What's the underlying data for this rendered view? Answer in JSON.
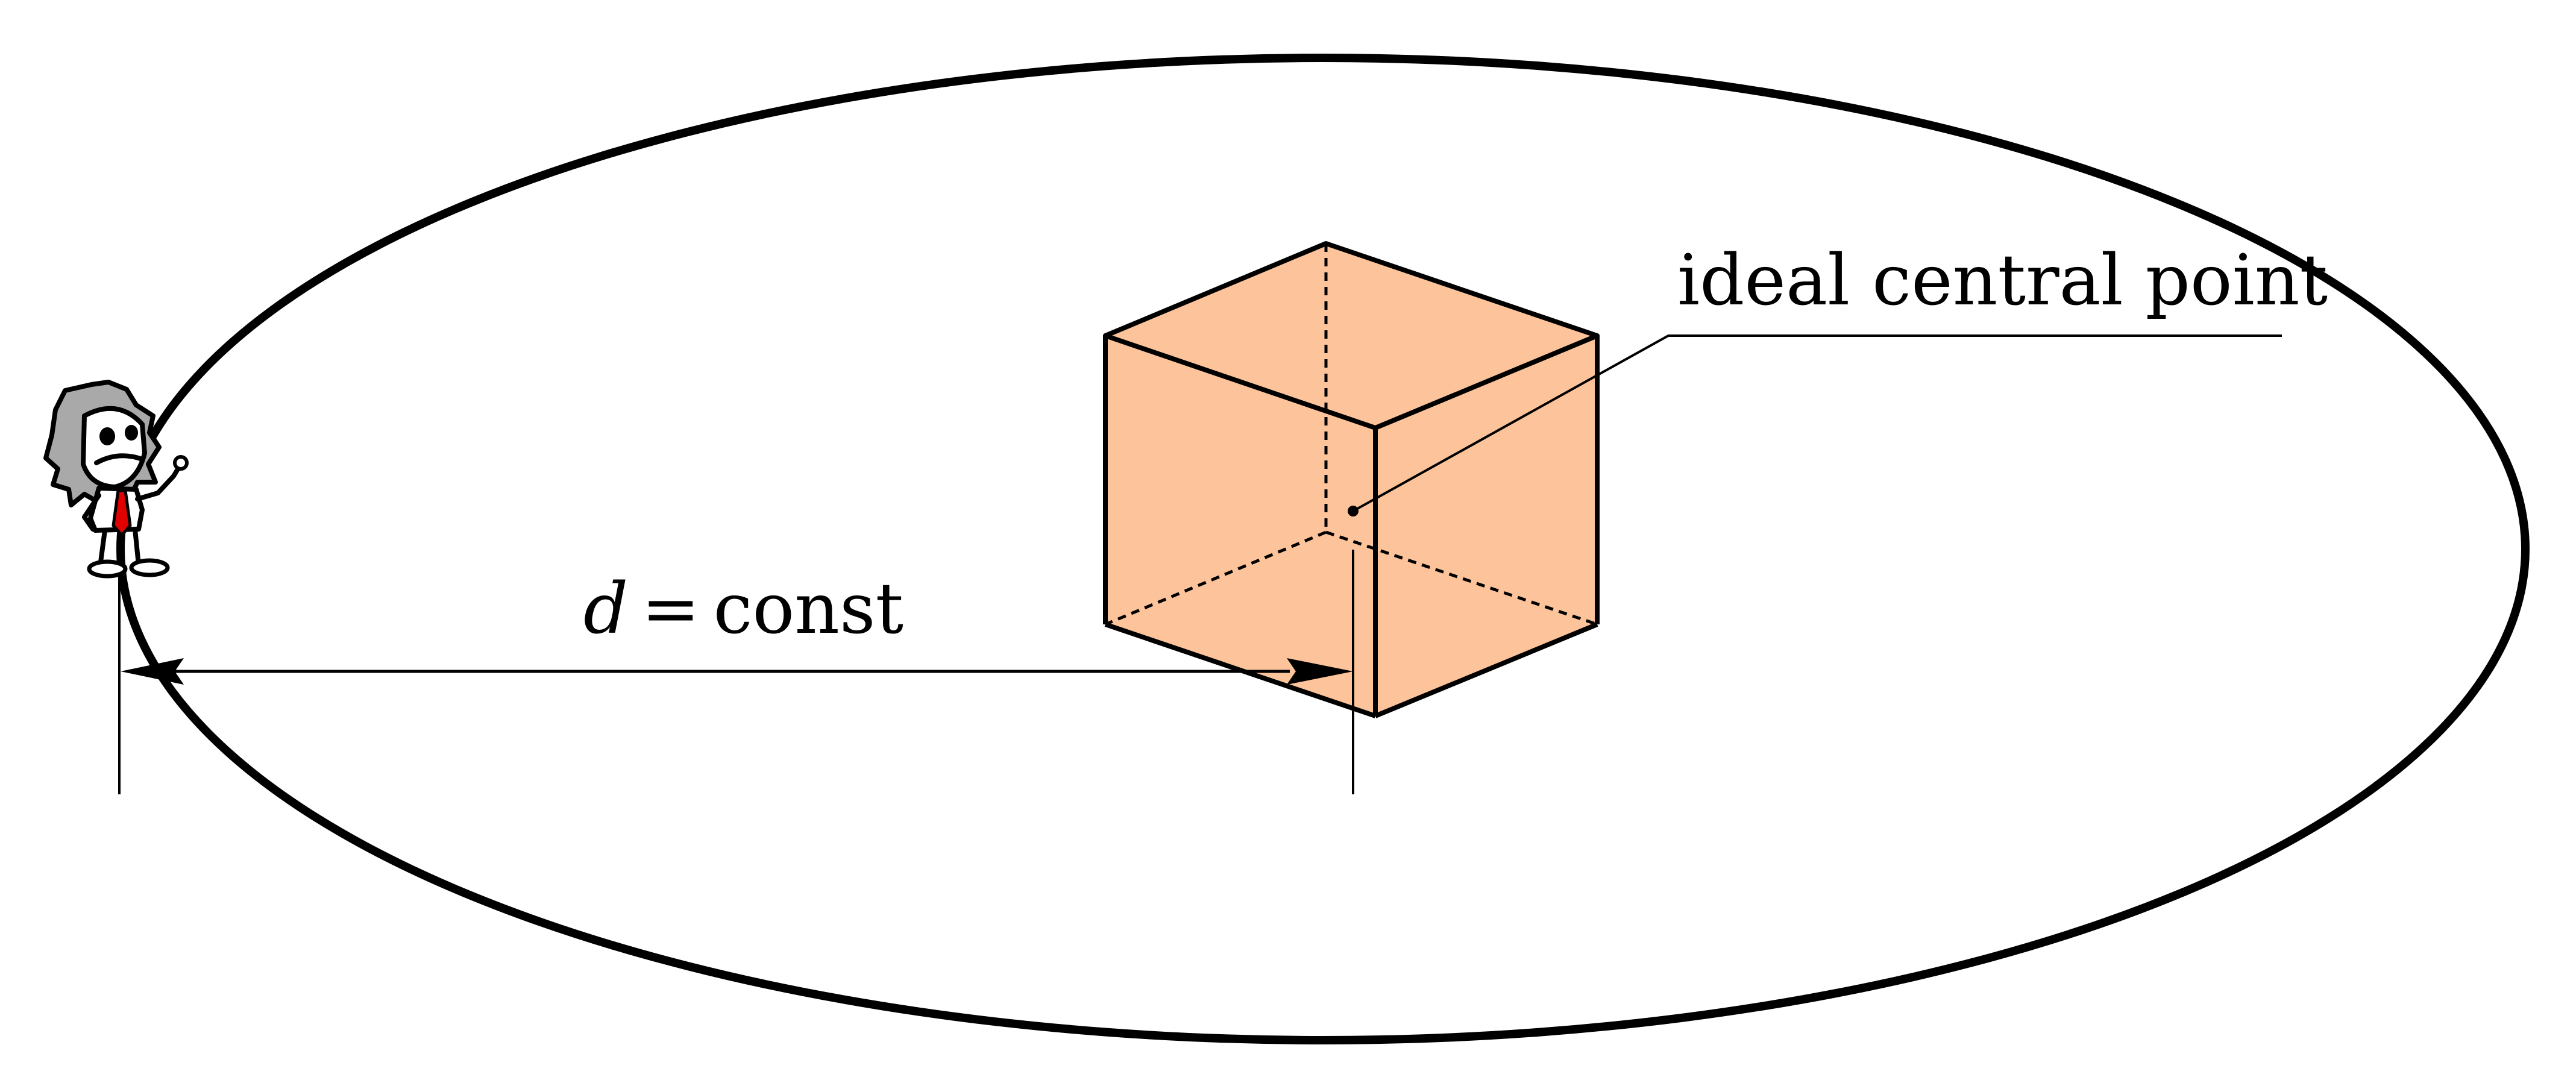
{
  "labels": {
    "point_label": "ideal central point",
    "distance_symbol": "d",
    "distance_equals": "=",
    "distance_value": "const"
  },
  "colors": {
    "cube_fill": "#fdc49b",
    "stroke": "#000000",
    "background": "#ffffff",
    "observer_hair": "#a9a9a9",
    "observer_tie": "#e00000",
    "observer_skin": "#ffffff"
  },
  "icons": {
    "observer": "cartoon-scientist-icon"
  }
}
